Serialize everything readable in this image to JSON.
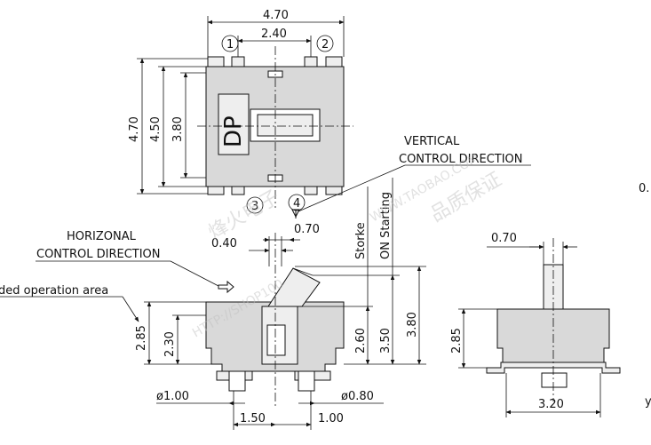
{
  "dimensions": {
    "top_width_overall": "4.70",
    "top_pin_spacing": "2.40",
    "top_height_overall": "4.70",
    "top_height_body": "4.50",
    "top_height_inner": "3.80",
    "front_actuator_offset": "0.40",
    "front_actuator_width": "0.70",
    "front_height_body": "2.85",
    "front_height_top": "2.30",
    "front_on_starting": "2.60",
    "front_stroke": "3.50",
    "front_total_height": "3.80",
    "front_pin_dia_left": "ø1.00",
    "front_pin_dia_right": "ø0.80",
    "front_pin_spacing": "1.50",
    "front_pin_offset": "1.00",
    "side_actuator_width": "0.70",
    "side_height": "2.85",
    "side_width": "3.20"
  },
  "labels": {
    "marking": "DP",
    "pin1": "1",
    "pin2": "2",
    "pin3": "3",
    "pin4": "4",
    "vertical_direction_line1": "VERTICAL",
    "vertical_direction_line2": "CONTROL DIRECTION",
    "horizontal_direction_line1": "HORIZONAL",
    "horizontal_direction_line2": "CONTROL DIRECTION",
    "operation_area": "ded operation area",
    "stroke_label": "Storke",
    "on_starting_label": "ON Starting",
    "edge_right_top": "0.",
    "edge_right_bottom": "y"
  },
  "watermark": {
    "text1": "烽火电子",
    "text2": "WWW.TAOBAO.COM",
    "text3": "品质保证",
    "text4": "HTTP://SHOP100"
  }
}
